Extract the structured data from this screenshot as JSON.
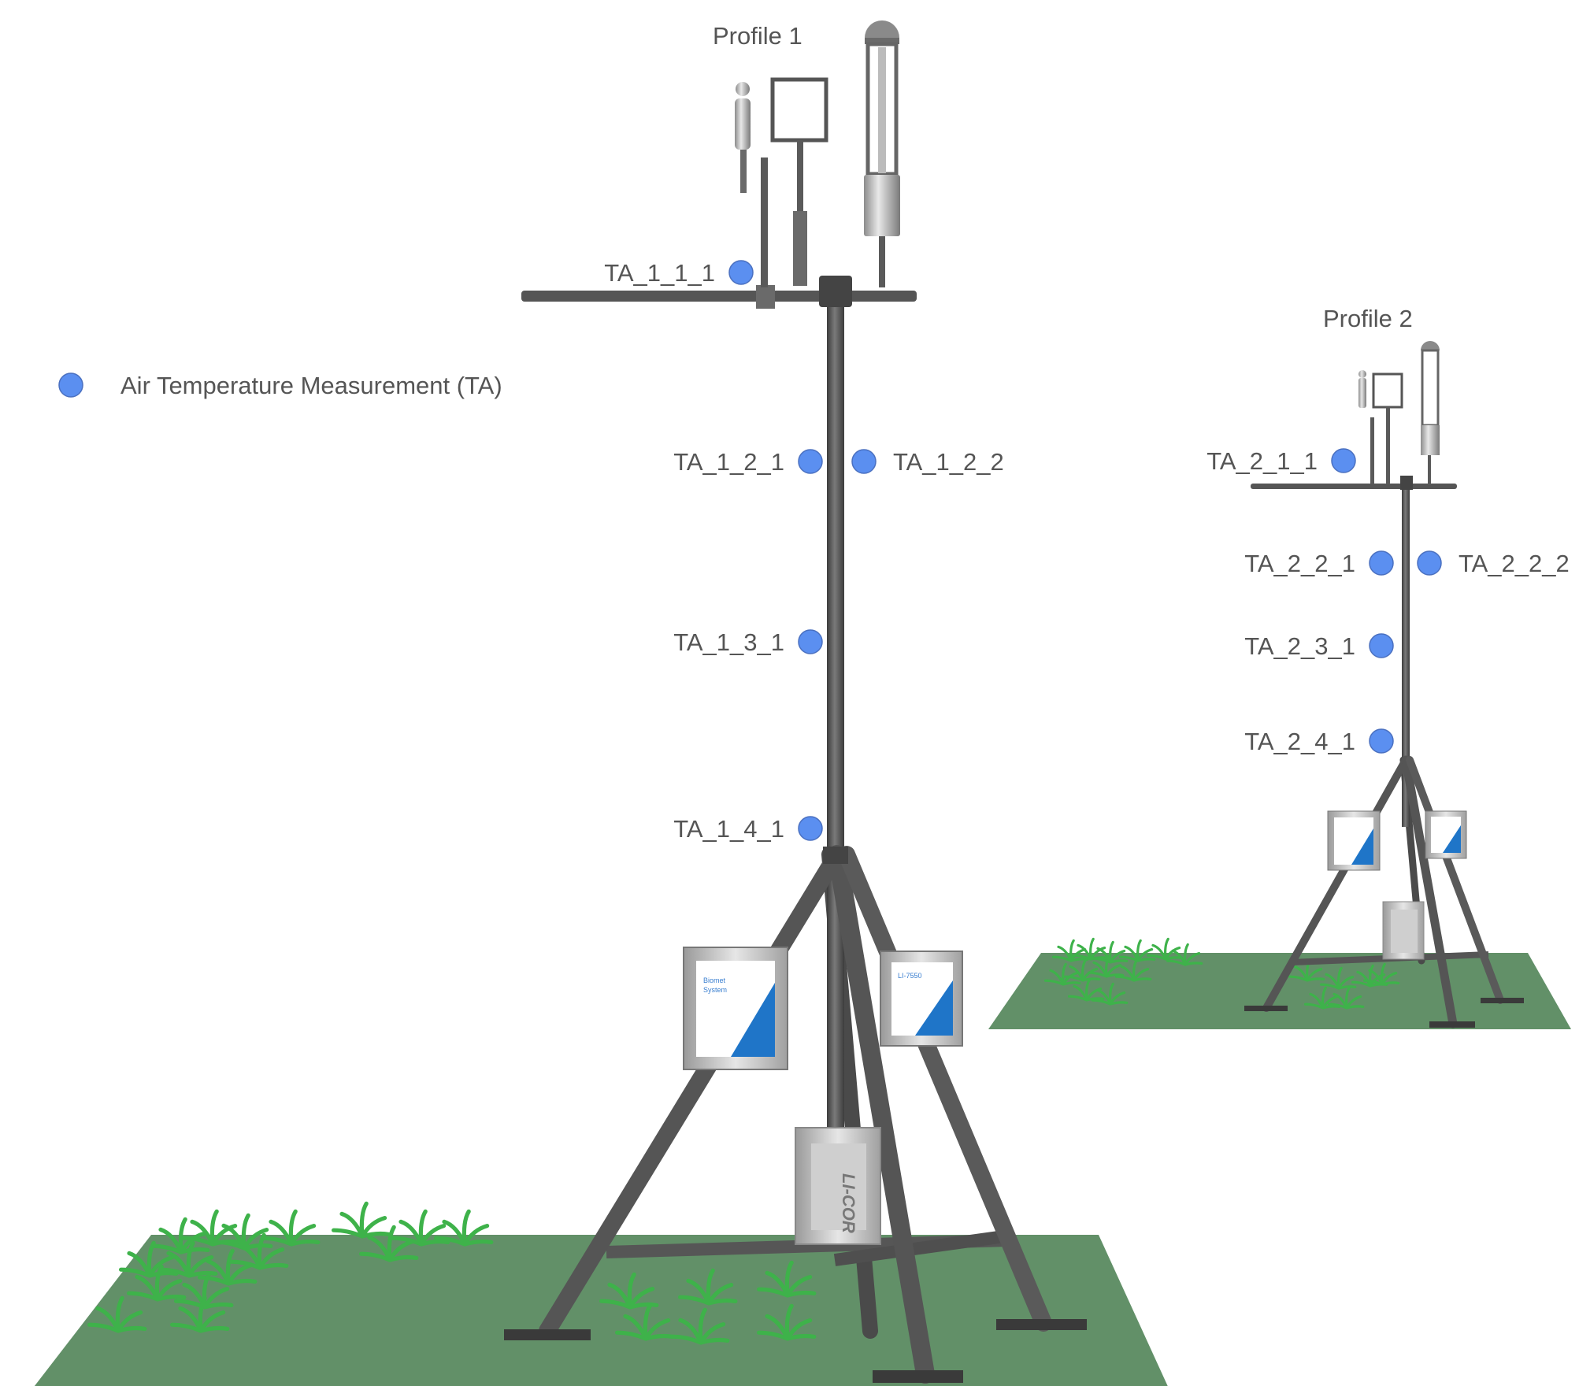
{
  "legend": {
    "label": "Air Temperature Measurement (TA)"
  },
  "profiles": [
    {
      "title": "Profile 1",
      "points": [
        "TA_1_1_1",
        "TA_1_2_1",
        "TA_1_2_2",
        "TA_1_3_1",
        "TA_1_4_1"
      ]
    },
    {
      "title": "Profile 2",
      "points": [
        "TA_2_1_1",
        "TA_2_2_1",
        "TA_2_2_2",
        "TA_2_3_1",
        "TA_2_4_1"
      ]
    }
  ],
  "enclosures": {
    "biomet": "Biomet\nSystem",
    "analyzer": "LI-7550",
    "logo": "LI-COR"
  },
  "colors": {
    "marker": "#5b8ff0",
    "ground": "#629068",
    "grass": "#3eb24a",
    "metal": "#5a5a5a",
    "accent": "#1f75c8"
  }
}
